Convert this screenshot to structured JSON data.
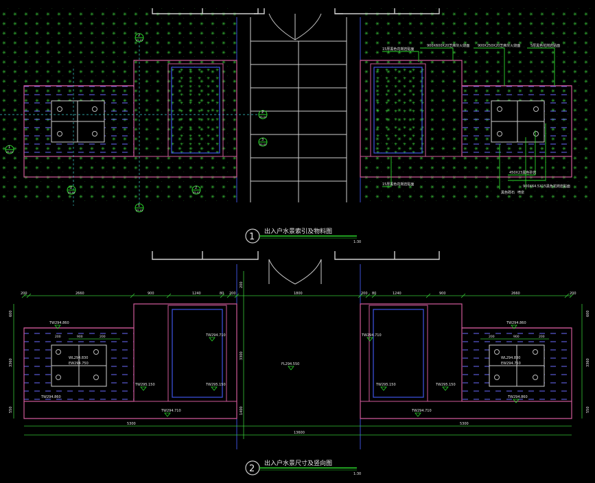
{
  "colors": {
    "background": "#000000",
    "wall": "#cfcfcf",
    "outline_pink": "#d05a9a",
    "outline_blue": "#3b4fd8",
    "green": "#2bd62b",
    "dim_green": "#37c837",
    "text": "#e8e8e8",
    "water_dash": "#6b6bff",
    "planting_dot": "#39c839",
    "axis_cyan": "#3ccfcf"
  },
  "plan1": {
    "title": "出入户水景索引及物料图",
    "number": "1",
    "scale": "1:30",
    "markers": [
      {
        "num": "2",
        "sheet": "ZS-03"
      },
      {
        "num": "1",
        "sheet": "ZS-03"
      },
      {
        "num": "3",
        "sheet": "ZS-03"
      },
      {
        "num": "2",
        "sheet": "ZS-03"
      },
      {
        "num": "1",
        "sheet": "ZS-03"
      },
      {
        "num": "2",
        "sheet": "ZS-03"
      },
      {
        "num": "2",
        "sheet": "ZS-03"
      }
    ],
    "callouts": [
      "15厚黑色花岗岩贴面",
      "900X600X20芝麻灰火烧面",
      "900X250X20芝麻灰火烧面",
      "5厚黑色花岗岩贴面",
      "15厚黑色花岗岩贴面",
      "450X23黑色砂岩",
      "900X64.5X15黑色花岗岩贴面",
      "黑色砾石",
      "喷泉"
    ]
  },
  "plan2": {
    "title": "出入户水景尺寸及竖向图",
    "number": "2",
    "scale": "1:30",
    "dims_top": [
      "200",
      "2660",
      "900",
      "1240",
      "80",
      "200",
      "1800",
      "200",
      "80",
      "1240",
      "900",
      "2660",
      "200"
    ],
    "dims_bottom": [
      "5300",
      "5300",
      "13600"
    ],
    "dims_left": [
      "600",
      "3360",
      "550"
    ],
    "dims_right": [
      "600",
      "3360",
      "550"
    ],
    "dims_mid": [
      "200",
      "3300",
      "1400"
    ],
    "dims_pool": [
      "200",
      "900",
      "200",
      "200",
      "900",
      "200"
    ],
    "levels": [
      "TW294.860",
      "TW294.710",
      "WL294.830",
      "EW294.750",
      "TW295.150",
      "TW294.860",
      "TW295.150",
      "TW294.710",
      "FL294.550",
      "TW294.710",
      "TW295.150",
      "TW294.860",
      "WL294.830",
      "EW294.750",
      "TW295.150",
      "TW294.710",
      "TW294.860"
    ]
  }
}
